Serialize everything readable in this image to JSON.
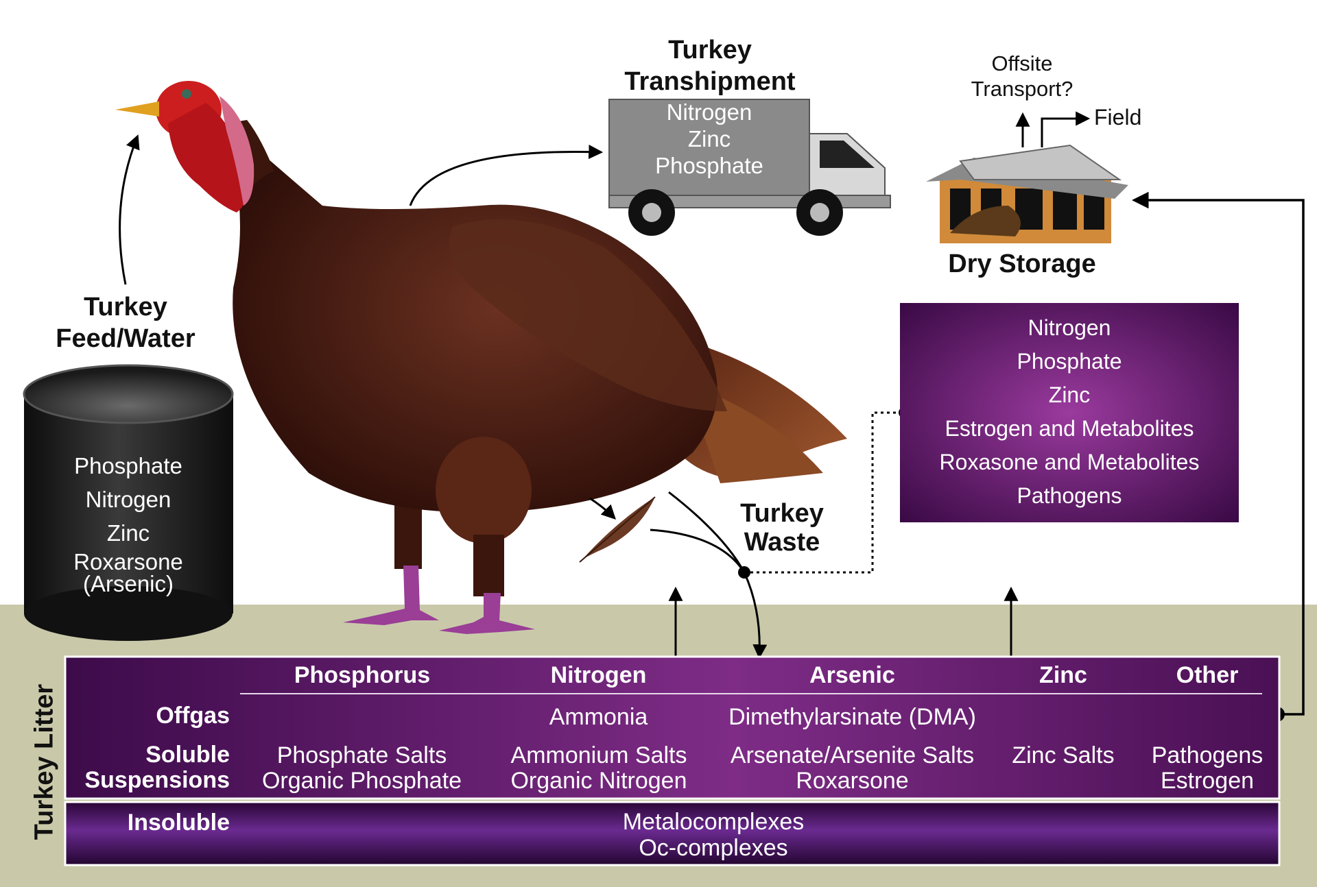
{
  "feed": {
    "title": [
      "Turkey",
      "Feed/Water"
    ],
    "items": [
      "Phosphate",
      "Nitrogen",
      "Zinc",
      "Roxarsone",
      "(Arsenic)"
    ]
  },
  "transhipment": {
    "title": [
      "Turkey",
      "Transhipment"
    ],
    "items": [
      "Nitrogen",
      "Zinc",
      "Phosphate"
    ]
  },
  "storage": {
    "offsite": [
      "Offsite",
      "Transport?"
    ],
    "field": "Field",
    "title": "Dry Storage",
    "items": [
      "Nitrogen",
      "Phosphate",
      "Zinc",
      "Estrogen and Metabolites",
      "Roxasone and Metabolites",
      "Pathogens"
    ]
  },
  "waste": {
    "title": [
      "Turkey",
      "Waste"
    ]
  },
  "litter": {
    "side_label": "Turkey Litter",
    "headers": [
      "Phosphorus",
      "Nitrogen",
      "Arsenic",
      "Zinc",
      "Other"
    ],
    "rows": {
      "offgas": {
        "label": "Offgas",
        "nitrogen": "Ammonia",
        "arsenic": "Dimethylarsinate (DMA)"
      },
      "soluble": {
        "label": [
          "Soluble",
          "Suspensions"
        ],
        "phosphorus": [
          "Phosphate Salts",
          "Organic Phosphate"
        ],
        "nitrogen": [
          "Ammonium Salts",
          "Organic Nitrogen"
        ],
        "arsenic": [
          "Arsenate/Arsenite Salts",
          "Roxarsone"
        ],
        "zinc": [
          "Zinc Salts"
        ],
        "other": [
          "Pathogens",
          "Estrogen"
        ]
      },
      "insoluble": {
        "label": "Insoluble",
        "values": [
          "Metalocomplexes",
          "Oc-complexes"
        ]
      }
    }
  },
  "colors": {
    "ground": "#c9c9aa",
    "purple_dark": "#3c0a4a",
    "purple_mid": "#7a2a80",
    "turkey_body": "#4a1f14",
    "barrel": "#1e1e1e",
    "truck_box": "#8a8a8a"
  }
}
